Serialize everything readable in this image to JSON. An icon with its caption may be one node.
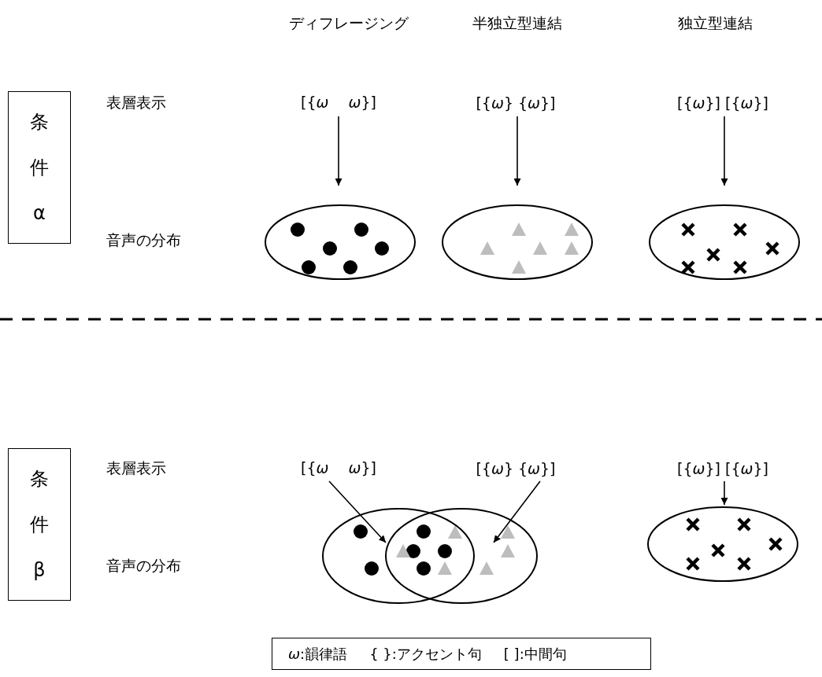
{
  "diagram": {
    "nodes": [
      {
        "text": [
          "条件α"
        ]
      },
      {
        "text": [
          "[{*ω*　 *ω*}]"
        ]
      },
      {
        "text": [
          "[{*ω*} {*ω*}]"
        ]
      },
      {
        "text": [
          "[{*ω*}] [{*ω*}]"
        ]
      },
      {
        "text": [],
        "shape": "ellipse"
      },
      {
        "text": [],
        "shape": "ellipse"
      },
      {
        "text": [],
        "shape": "ellipse"
      },
      {
        "text": [
          "条件β"
        ]
      },
      {
        "text": [
          "[{*ω*　 *ω*}]"
        ]
      },
      {
        "text": [
          "[{*ω*} {*ω*}]"
        ]
      },
      {
        "text": [
          "[{*ω*}] [{*ω*}]"
        ]
      },
      {
        "text": [],
        "shape": "ellipse"
      },
      {
        "text": [],
        "shape": "ellipse"
      },
      {
        "text": [],
        "shape": "ellipse"
      },
      {
        "text": [
          "*ω*:韻律語",
          "{ }:アクセント句",
          "[ ]:中間句"
        ]
      }
    ],
    "edges": [
      {
        "from": 1,
        "to": 4,
        "arrow": "to"
      },
      {
        "from": 2,
        "to": 5,
        "arrow": "to"
      },
      {
        "from": 3,
        "to": 6,
        "arrow": "to"
      },
      {
        "from": 8,
        "to": 11,
        "arrow": "to"
      },
      {
        "from": 9,
        "to": 12,
        "arrow": "to"
      },
      {
        "from": 10,
        "to": 13,
        "arrow": "to"
      }
    ],
    "labels": [
      "ディフレージング",
      "半独立型連結",
      "独立型連結",
      "表層表示",
      "音声の分布",
      "表層表示",
      "音声の分布"
    ]
  }
}
